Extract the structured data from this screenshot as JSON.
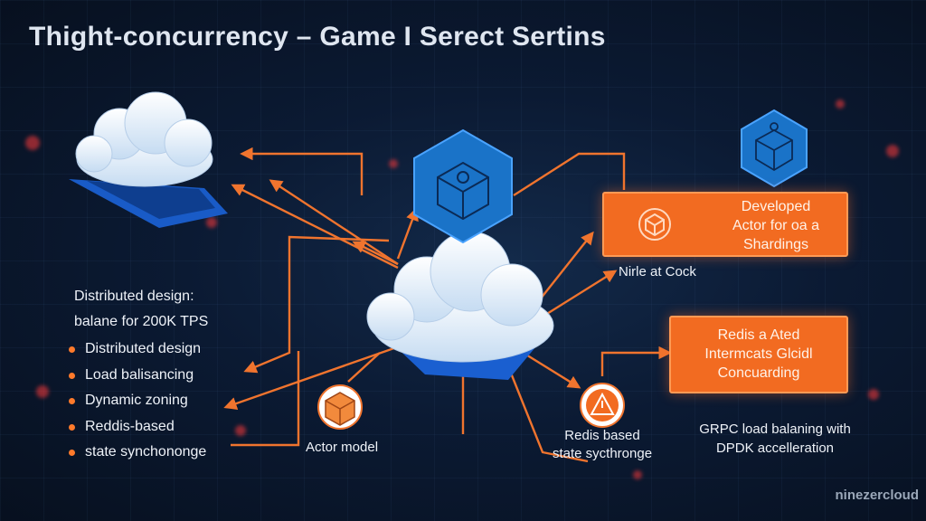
{
  "title": "Thight-concurrency – Game I Serect Sertins",
  "intro": [
    "Distributed design:",
    "balane for 200K TPS"
  ],
  "bullets": [
    "Distributed design",
    "Load balisancing",
    "Dynamic zoning",
    "Reddis-based",
    "state synchononge"
  ],
  "box_developed": [
    "Developed",
    "Actor for oa a",
    "Shardings"
  ],
  "box_redis": [
    "Redis a Ated",
    "Intermcats Glcidl",
    "Concuarding"
  ],
  "label_node": "Nirle at Cock",
  "label_actor": "Actor model",
  "label_redis": [
    "Redis based",
    "state sycthronge"
  ],
  "label_grpc": [
    "GRPC load balaning with",
    "DPDK accelleration"
  ],
  "brand": "ninezercloud",
  "icons": [
    "cloud-icon",
    "hexagon-cube-icon",
    "cube-icon",
    "warning-triangle-icon"
  ],
  "colors": {
    "accent_orange": "#f26b21",
    "arrow": "#f0742e",
    "hex_blue": "#1a73c8",
    "background": "#0b1a33"
  }
}
